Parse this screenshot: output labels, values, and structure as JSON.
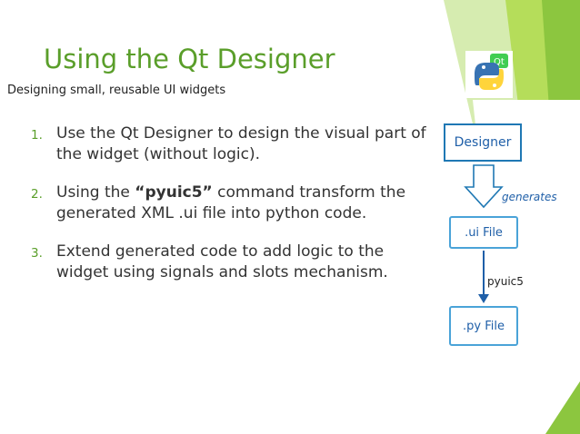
{
  "slide": {
    "title": "Using the Qt Designer",
    "subtitle": "Designing small, reusable UI widgets"
  },
  "points": [
    {
      "number": "1.",
      "text": "Use the Qt Designer to design the visual part of the widget (without logic)."
    },
    {
      "number": "2.",
      "text_before": "Using the ",
      "emphasis": "“pyuic5”",
      "text_after": " command transform the generated XML .ui file into python code."
    },
    {
      "number": "3.",
      "text": "Extend generated code to add logic to the widget using signals and slots mechanism."
    }
  ],
  "logo": {
    "icon": "python-qt-logo-icon",
    "qt_text": "Qt"
  },
  "diagram": {
    "designer": "Designer",
    "generates": "generates",
    "ui_file": ".ui File",
    "pyuic": "pyuic5",
    "py_file": ".py File"
  },
  "colors": {
    "accent_green": "#5a9e2a",
    "light_green": "#b5dd5a",
    "mid_green": "#8cc63f",
    "diagram_blue": "#1f78b4"
  }
}
